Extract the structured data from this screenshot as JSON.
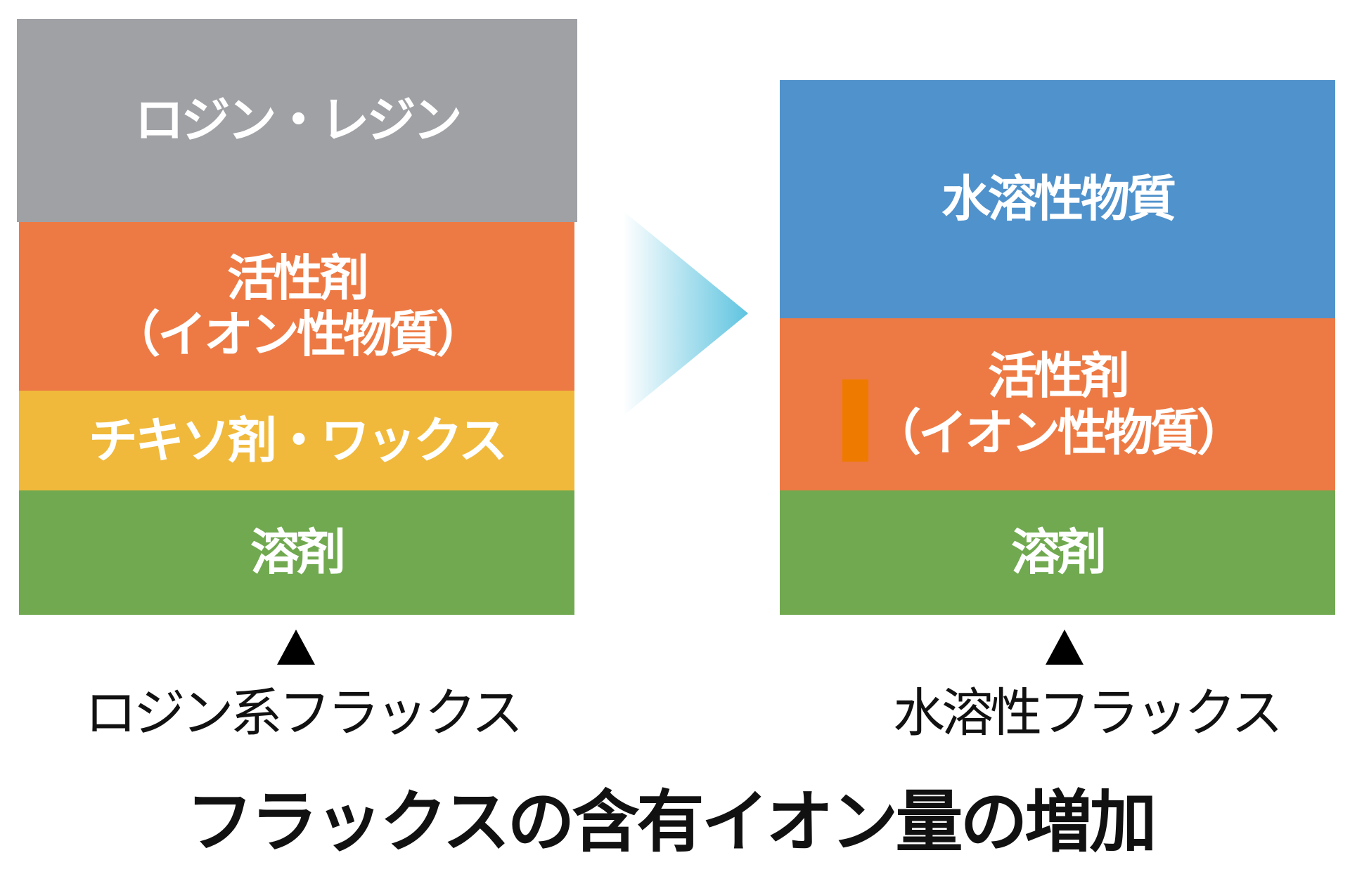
{
  "left_stack": {
    "layers": [
      {
        "label": "ロジン・レジン",
        "color": "#a0a1a5"
      },
      {
        "label": "活性剤",
        "sublabel": "（イオン性物質）",
        "color": "#ed7a44"
      },
      {
        "label": "チキソ剤・ワックス",
        "color": "#f0b93b"
      },
      {
        "label": "溶剤",
        "color": "#70a94f"
      }
    ],
    "caption": "ロジン系フラックス"
  },
  "right_stack": {
    "layers": [
      {
        "label": "水溶性物質",
        "color": "#5092cc"
      },
      {
        "label": "活性剤",
        "sublabel": "（イオン性物質）",
        "color": "#ed7a44"
      },
      {
        "label": "溶剤",
        "color": "#70a94f"
      }
    ],
    "caption": "水溶性フラックス"
  },
  "title": "フラックスの含有イオン量の増加",
  "arrow_color": "#5fc4e0"
}
